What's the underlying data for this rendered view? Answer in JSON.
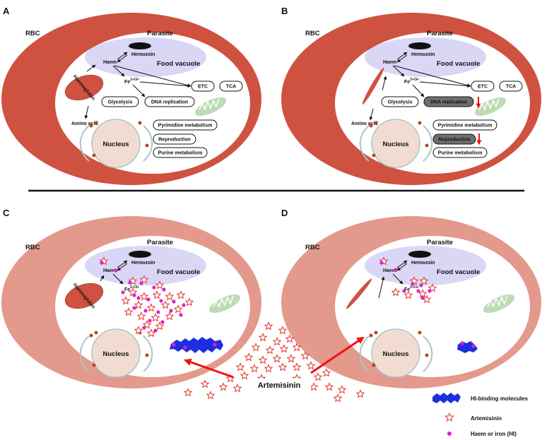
{
  "panels": {
    "A": {
      "letter": "A",
      "rbc": "RBC",
      "parasite": "Parasite",
      "hemozoin": "Hemozoin",
      "food_vacuole": "Food vacuole",
      "haem": "Haem",
      "fe": "Fe",
      "fe_sup": "2+/3+",
      "haemoglobin": "Haemoglobin",
      "etc": "ETC",
      "tca": "TCA",
      "glycolysis": "Glycolysis",
      "dna_replication": "DNA replication",
      "amino_acid": "Amino acid",
      "pyrimidine": "Pyrimidine metabolism",
      "nucleus": "Nucleus",
      "reproduction": "Reproduction",
      "purine": "Purine metabolism"
    },
    "B": {
      "letter": "B",
      "rbc": "RBC",
      "parasite": "Parasite",
      "hemozoin": "Hemozoin",
      "food_vacuole": "Food vacuole",
      "haem": "Haem",
      "fe": "Fe",
      "fe_sup": "2+/3+",
      "etc": "ETC",
      "tca": "TCA",
      "glycolysis": "Glycolysis",
      "dna_replication": "DNA replication",
      "amino_acid": "Amino acid",
      "pyrimidine": "Pyrimidine metabolism",
      "nucleus": "Nucleus",
      "reproduction": "Reproduction",
      "purine": "Purine metabolism"
    },
    "C": {
      "letter": "C",
      "rbc": "RBC",
      "parasite": "Parasite",
      "hemozoin": "Hemozoin",
      "food_vacuole": "Food vacuole",
      "haem": "Haem",
      "fe": "Fe",
      "fe_sup": "2+/3+",
      "haemoglobin": "Haemoglobin",
      "nucleus": "Nucleus"
    },
    "D": {
      "letter": "D",
      "rbc": "RBC",
      "parasite": "Parasite",
      "hemozoin": "Hemozoin",
      "food_vacuole": "Food vacuole",
      "haem": "Haem",
      "fe": "Fe",
      "fe_sup": "2+/3+",
      "nucleus": "Nucleus"
    }
  },
  "center_label": "Artemisinin",
  "legend": {
    "hi_binding": "HI-binding molecules",
    "artemisinin": "Artemisinin",
    "haem_iron": "Haem or iron (HI)"
  },
  "colors": {
    "rbc_top": "#cf5240",
    "rbc_bottom": "#e3998c",
    "food_vacuole": "#d9d7f5",
    "mitochondrion": "#bcdcb4",
    "nucleus": "#f2dcd2",
    "haem_dot": "#e81ec8",
    "artemisinin_star": "#e0362a",
    "hi_binding": "#1d2ee0",
    "arrow_red": "#f01010",
    "downregulated_pill": "#6f6f6f"
  }
}
